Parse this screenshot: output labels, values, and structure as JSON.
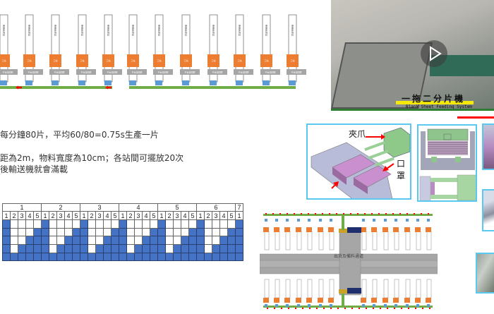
{
  "top_diagram": {
    "station_label": "保養區/待料",
    "station_box_label": "工站",
    "station_tag": "平台站間距",
    "station_count": 12
  },
  "notes": [
    "每分鐘80片，平均60/80=0.75s生產一片",
    "距為2m，物料寬度為10cm；各站間可擺放20次",
    "後輸送機就會滿載"
  ],
  "schedule_grid": {
    "groups": [
      "1",
      "2",
      "3",
      "4",
      "5",
      "6",
      "7"
    ],
    "sub_columns": [
      "1",
      "2",
      "3",
      "4",
      "5"
    ],
    "rows": 5,
    "colors": {
      "filled": "#4472c4",
      "empty": "#ffffff"
    }
  },
  "video": {
    "caption": "一拖二分片機",
    "subtitle": "Blank Sheet Feeding System",
    "play_icon": "play-icon"
  },
  "diagram_3d": {
    "gripper_label": "夾爪",
    "mask_label": "口罩"
  },
  "layout_plan": {
    "center_label": "出貨及備料通道"
  },
  "colors": {
    "orange": "#ed7d31",
    "green": "#70ad47",
    "blue": "#5b9bd5",
    "accent_border": "#5bc8ef",
    "red": "#ff0000"
  }
}
